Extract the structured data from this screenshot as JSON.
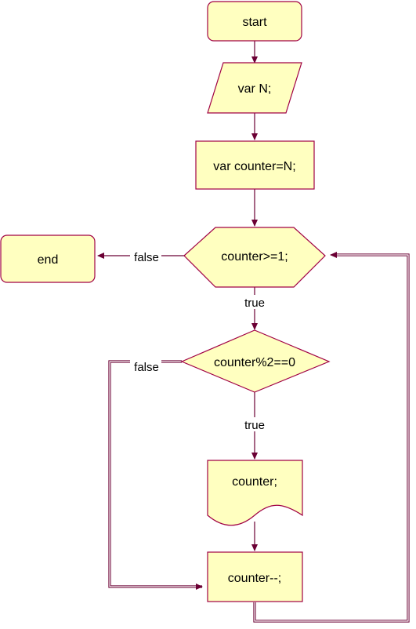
{
  "colors": {
    "node_fill": "#ffffc0",
    "node_stroke": "#a00044",
    "edge_stroke": "#6b0034",
    "background": "#ffffff"
  },
  "nodes": {
    "start": {
      "label": "start",
      "shape": "rounded-rectangle"
    },
    "input_n": {
      "label": "var N;",
      "shape": "parallelogram"
    },
    "init_counter": {
      "label": "var counter=N;",
      "shape": "rectangle"
    },
    "loop_condition": {
      "label": "counter>=1;",
      "shape": "hexagon"
    },
    "end": {
      "label": "end",
      "shape": "rounded-rectangle"
    },
    "even_check": {
      "label": "counter%2==0",
      "shape": "diamond"
    },
    "output_counter": {
      "label": "counter;",
      "shape": "document"
    },
    "decrement": {
      "label": "counter--;",
      "shape": "rectangle"
    }
  },
  "edges": {
    "loop_false": {
      "label": "false"
    },
    "loop_true": {
      "label": "true"
    },
    "even_false": {
      "label": "false"
    },
    "even_true": {
      "label": "true"
    }
  }
}
